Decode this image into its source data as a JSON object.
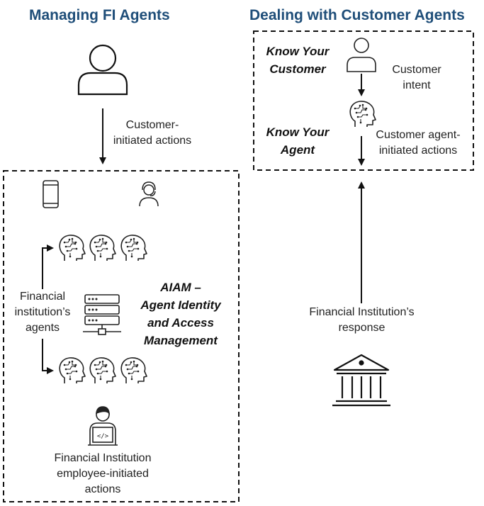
{
  "left_panel": {
    "title": "Managing FI Agents",
    "customer_actions_line1": "Customer-",
    "customer_actions_line2": "initiated actions",
    "fi_agents_line1": "Financial",
    "fi_agents_line2": "institution’s",
    "fi_agents_line3": "agents",
    "aiam_line1": "AIAM –",
    "aiam_line2": "Agent Identity",
    "aiam_line3": "and Access",
    "aiam_line4": "Management",
    "employee_line1": "Financial Institution",
    "employee_line2": "employee-initiated",
    "employee_line3": "actions"
  },
  "right_panel": {
    "title": "Dealing with Customer Agents",
    "kyc_line1": "Know Your",
    "kyc_line2": "Customer",
    "customer_intent_line1": "Customer",
    "customer_intent_line2": "intent",
    "kya_line1": "Know Your",
    "kya_line2": "Agent",
    "agent_actions_line1": "Customer agent-",
    "agent_actions_line2": "initiated actions",
    "fi_response_line1": "Financial Institution’s",
    "fi_response_line2": "response"
  },
  "icons": [
    "person-icon",
    "smartphone-icon",
    "headset-agent-icon",
    "ai-head-icon",
    "server-icon",
    "developer-laptop-icon",
    "bank-building-icon"
  ],
  "colors": {
    "title": "#1f4e79",
    "lines": "#111111"
  }
}
